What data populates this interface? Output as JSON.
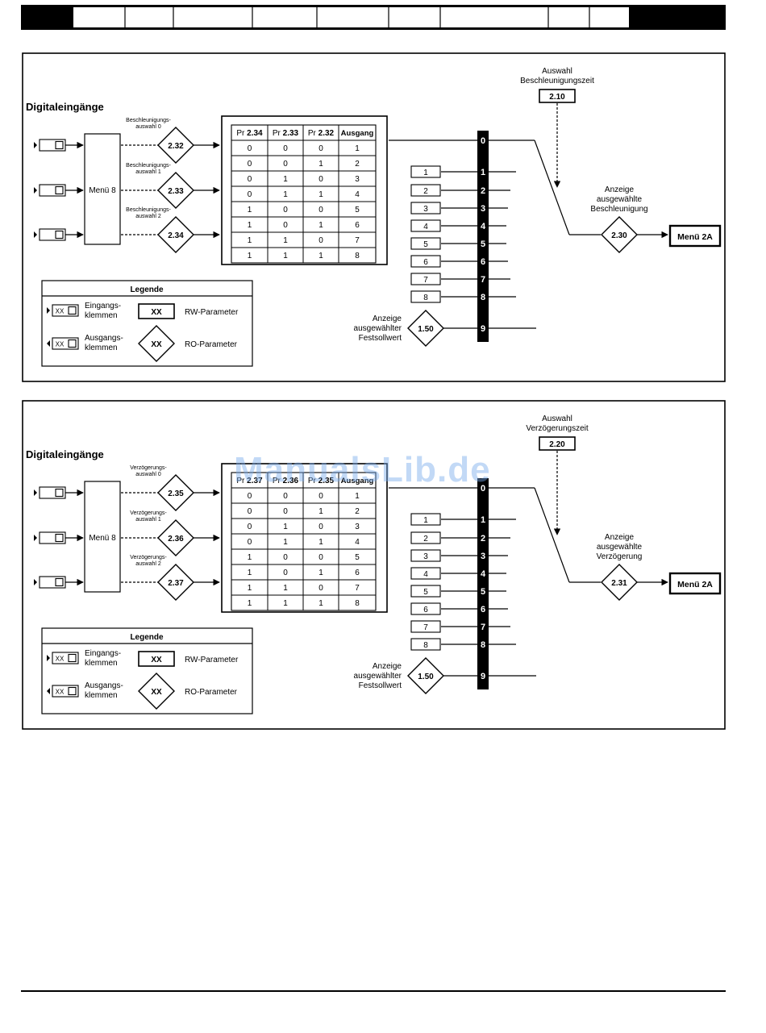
{
  "watermark": "ManualsLib.de",
  "section_title": "Digitaleingänge",
  "menu_label": "Menü 8",
  "output_label": "Menü 2A",
  "preset_label": [
    "Anzeige",
    "ausgewählter",
    "Festsollwert"
  ],
  "preset_param": "1.50",
  "legend": {
    "title": "Legende",
    "input_terms": [
      "Eingangs-",
      "klemmen"
    ],
    "output_terms": [
      "Ausgangs-",
      "klemmen"
    ],
    "xx": "XX",
    "rw": "RW-Parameter",
    "ro": "RO-Parameter"
  },
  "bus_numbers": [
    "0",
    "1",
    "2",
    "3",
    "4",
    "5",
    "6",
    "7",
    "8",
    "9"
  ],
  "preset_numbers": [
    "1",
    "2",
    "3",
    "4",
    "5",
    "6",
    "7",
    "8"
  ],
  "table_rows": [
    [
      "0",
      "0",
      "0",
      "1"
    ],
    [
      "0",
      "0",
      "1",
      "2"
    ],
    [
      "0",
      "1",
      "0",
      "3"
    ],
    [
      "0",
      "1",
      "1",
      "4"
    ],
    [
      "1",
      "0",
      "0",
      "5"
    ],
    [
      "1",
      "0",
      "1",
      "6"
    ],
    [
      "1",
      "1",
      "0",
      "7"
    ],
    [
      "1",
      "1",
      "1",
      "8"
    ]
  ],
  "diagrams": [
    {
      "select_param": "2.10",
      "select_label": [
        "Auswahl",
        "Beschleunigungszeit"
      ],
      "display_param": "2.30",
      "display_label": [
        "Anzeige",
        "ausgewählte",
        "Beschleunigung"
      ],
      "inputs": [
        {
          "label": [
            "Beschleunigungs-",
            "auswahl 0"
          ],
          "param": "2.32"
        },
        {
          "label": [
            "Beschleunigungs-",
            "auswahl 1"
          ],
          "param": "2.33"
        },
        {
          "label": [
            "Beschleunigungs-",
            "auswahl 2"
          ],
          "param": "2.34"
        }
      ],
      "table_header": [
        "Pr",
        "2.34",
        "Pr",
        "2.33",
        "Pr",
        "2.32",
        "Ausgang"
      ]
    },
    {
      "select_param": "2.20",
      "select_label": [
        "Auswahl",
        "Verzögerungszeit"
      ],
      "display_param": "2.31",
      "display_label": [
        "Anzeige",
        "ausgewählte",
        "Verzögerung"
      ],
      "inputs": [
        {
          "label": [
            "Verzögerungs-",
            "auswahl 0"
          ],
          "param": "2.35"
        },
        {
          "label": [
            "Verzögerungs-",
            "auswahl 1"
          ],
          "param": "2.36"
        },
        {
          "label": [
            "Verzögerungs-",
            "auswahl 2"
          ],
          "param": "2.37"
        }
      ],
      "table_header": [
        "Pr",
        "2.37",
        "Pr",
        "2.36",
        "Pr",
        "2.35",
        "Ausgang"
      ]
    }
  ]
}
